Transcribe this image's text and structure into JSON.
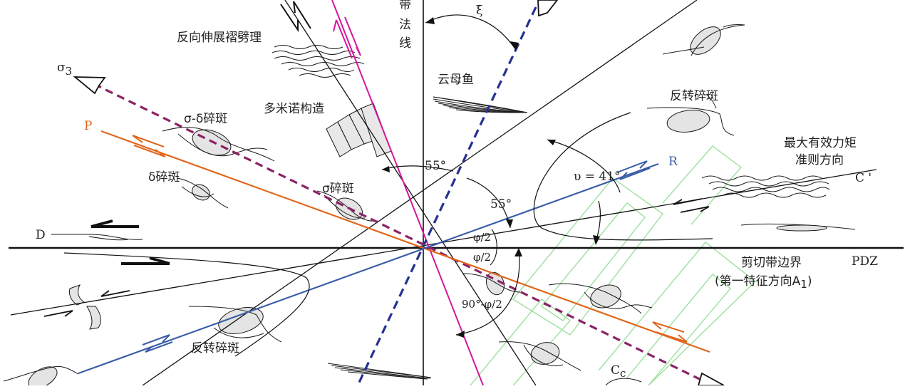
{
  "colors": {
    "line": "#1a1a1a",
    "pink": "#d6169a",
    "blue_dash": "#24318f",
    "purple_dash": "#8b2266",
    "orange": "#e0671c",
    "blue_r": "#3a5da8",
    "clast_fill": "#e4e4e4",
    "watermark": "#86d986"
  },
  "labels": {
    "shear_normal_1": "带",
    "shear_normal_2": "法",
    "shear_normal_3": "线",
    "xi": "ξ",
    "reverse_crenulation": "反向伸展褶劈理",
    "mica_fish": "云母鱼",
    "domino": "多米诺构造",
    "reverse_clast_top": "反转碎斑",
    "max_moment_1": "最大有效力矩",
    "max_moment_2": "准则方向",
    "c_prime": "C '",
    "sigma3": "σ",
    "sigma3_sub": "3",
    "p": "P",
    "sigma_delta": "σ-δ碎斑",
    "delta_clast": "δ碎斑",
    "sigma_clast": "σ碎斑",
    "angle_55_a": "55°",
    "angle_55_b": "55°",
    "nu": "υ = 41°",
    "r": "R",
    "d": "D",
    "phi_half_a": "φ/2",
    "phi_half_b": "φ/2",
    "pdz": "PDZ",
    "shear_boundary": "剪切带边界",
    "first_eigen": "(第一特征方向A",
    "first_eigen_sub": "1",
    "first_eigen_end": ")",
    "ninety_minus": "90°-φ/2",
    "reverse_clast_bottom": "反转碎斑",
    "cc": "C",
    "cc_sub": "c"
  }
}
